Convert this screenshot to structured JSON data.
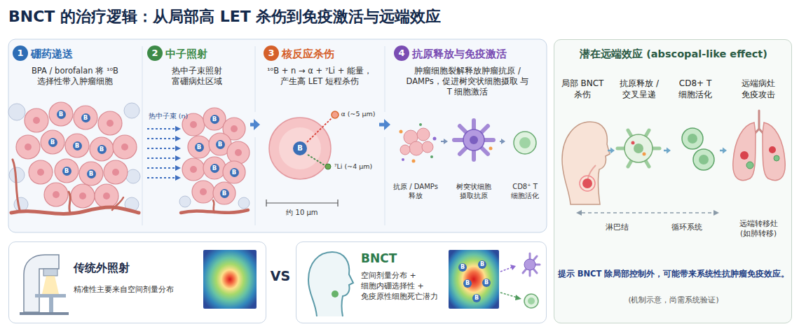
{
  "diagram": {
    "title": "BNCT 的治疗逻辑：从局部高 LET 杀伤到免疫激活与远端效应",
    "nodes": [
      {
        "text": [
          "硼药递送",
          "BPA / borofalan 将 ¹⁰B 选择性带入肿瘤细胞"
        ]
      },
      {
        "text": [
          "1"
        ],
        "in": 0
      },
      {
        "text": [
          "中子照射",
          "热中子束照射 富硼病灶区域"
        ]
      },
      {
        "text": [
          "2"
        ],
        "in": 2
      },
      {
        "text": [
          "核反应杀伤",
          "¹⁰B + n → α + ⁷Li + 能量， 产生高 LET 短程杀伤"
        ]
      },
      {
        "text": [
          "3"
        ],
        "in": 4
      },
      {
        "text": [
          "抗原释放与免疫激活",
          "肿瘤细胞裂解释放肿瘤抗原 / DAMPs，促进树突状细胞摄取 与 T 细胞激活"
        ]
      },
      {
        "text": [
          "4"
        ],
        "in": 6
      },
      {
        "text": [
          "抗原 / DAMPs 释放"
        ],
        "in": 6
      },
      {
        "text": [
          "树突状细胞 摄取抗原"
        ],
        "in": 6
      },
      {
        "text": [
          "CD8⁺ T 细胞活化"
        ],
        "in": 6
      },
      {
        "text": [
          "潜在远端效应 (abscopal-like effect)",
          "提示 BNCT 除局部控制外，可能带来系统性抗肿瘤免疫效应。",
          "(机制示意，尚需系统验证)"
        ]
      },
      {
        "text": [
          "局部 BNCT 杀伤"
        ],
        "in": 11
      },
      {
        "text": [
          "抗原释放 / 交叉呈递"
        ],
        "in": 11
      },
      {
        "text": [
          "CD8+ T 细胞活化"
        ],
        "in": 11
      },
      {
        "text": [
          "远端病灶 免疫攻击"
        ],
        "in": 11
      },
      {
        "text": [
          "传统外照射",
          "精准性主要来自空间剂量分布"
        ]
      },
      {
        "text": [
          "BNCT",
          "空间剂量分布 + 细胞内硼选择性 + 免疫原性细胞死亡潜力"
        ]
      }
    ],
    "edges": [
      {
        "from": 2,
        "to": 4,
        "arrow": "to"
      },
      {
        "from": 4,
        "to": 6,
        "arrow": "to"
      },
      {
        "from": 8,
        "to": 9,
        "arrow": "to"
      },
      {
        "from": 9,
        "to": 10,
        "arrow": "to"
      },
      {
        "from": 12,
        "to": 13,
        "arrow": "to"
      },
      {
        "from": 13,
        "to": 14,
        "arrow": "to"
      },
      {
        "from": 14,
        "to": 15,
        "arrow": "to"
      }
    ],
    "labels": [
      "热中子束 (n)",
      "B",
      "B",
      "B",
      "B",
      "B",
      "B",
      "B",
      "B",
      "B",
      "B",
      "B",
      "B",
      "B",
      "B",
      "α (~5 μm)",
      "⁷Li (~4 μm)",
      "约 10 μm",
      "淋巴结",
      "循环系统",
      "远端转移灶 (如肺转移)",
      "VS",
      "B",
      "B",
      "B",
      "B",
      "B"
    ]
  }
}
